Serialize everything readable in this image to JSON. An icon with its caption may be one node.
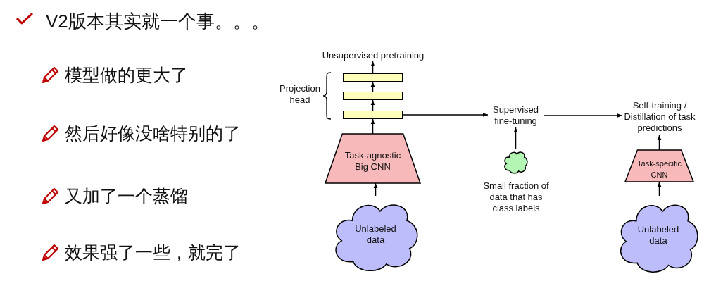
{
  "diagram": {
    "nodes": [
      {
        "text": [
          "Unsupervised pretraining"
        ]
      },
      {
        "text": [],
        "shape": "bar"
      },
      {
        "text": [],
        "shape": "bar"
      },
      {
        "text": [],
        "shape": "bar"
      },
      {
        "text": [
          "Task-agnostic Big CNN"
        ]
      },
      {
        "text": [
          "Unlabeled data"
        ]
      },
      {
        "text": [
          "Supervised fine-tuning"
        ]
      },
      {
        "text": [],
        "shape": "cloud",
        "beside": [
          "Small fraction of data that has class labels"
        ]
      },
      {
        "text": [
          "Self-training / Distillation of task predictions"
        ]
      },
      {
        "text": [
          "Task-specific CNN"
        ]
      },
      {
        "text": [
          "Unlabeled data"
        ]
      }
    ],
    "edges": [
      {
        "from": 5,
        "to": 4,
        "arrow": "to"
      },
      {
        "from": 4,
        "to": 3,
        "arrow": "to"
      },
      {
        "from": 3,
        "to": 2,
        "arrow": "to"
      },
      {
        "from": 2,
        "to": 1,
        "arrow": "to"
      },
      {
        "from": 1,
        "to": 0,
        "arrow": "to"
      },
      {
        "from": 3,
        "to": 6,
        "arrow": "to"
      },
      {
        "from": 7,
        "to": 6,
        "arrow": "to"
      },
      {
        "from": 6,
        "to": 8,
        "arrow": "to"
      },
      {
        "from": 10,
        "to": 9,
        "arrow": "to"
      },
      {
        "from": 9,
        "to": 8,
        "arrow": "to"
      }
    ],
    "labels": [
      "V2版本其实就一个事。。。",
      "模型做的更大了",
      "然后好像没啥特别的了",
      "又加了一个蒸馏",
      "效果强了一些，就完了",
      "Projection head"
    ]
  }
}
